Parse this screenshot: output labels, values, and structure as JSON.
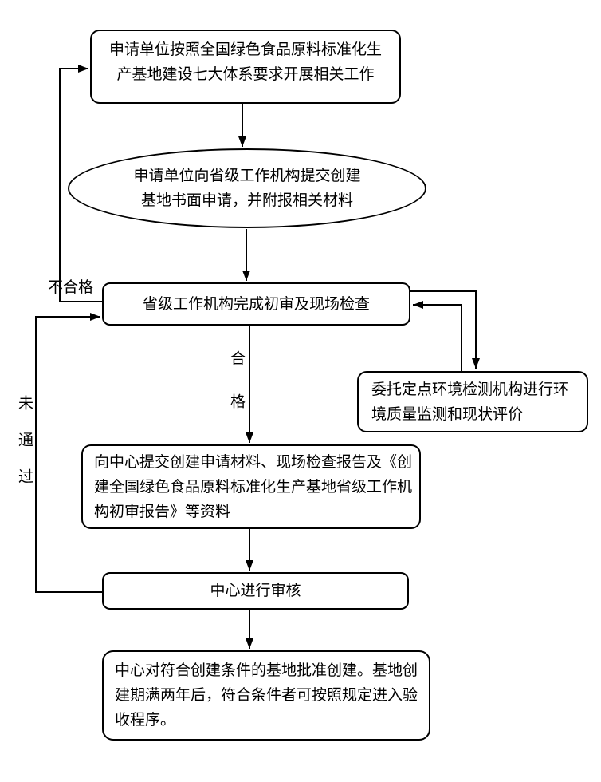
{
  "page": {
    "background_color": "#ffffff",
    "line_color": "#000000",
    "text_color": "#000000"
  },
  "flowchart": {
    "nodes": [
      {
        "id": "step1",
        "shape": "rounded-rectangle",
        "text": "申请单位按照全国绿色食品原料标准化生产基地建设七大体系要求开展相关工作"
      },
      {
        "id": "step2",
        "shape": "ellipse",
        "text": "申请单位向省级工作机构提交创建基地书面申请，并附报相关材料"
      },
      {
        "id": "step3",
        "shape": "rounded-rectangle",
        "text": "省级工作机构完成初审及现场检查"
      },
      {
        "id": "step4",
        "shape": "rounded-rectangle",
        "text": "委托定点环境检测机构进行环境质量监测和现状评价"
      },
      {
        "id": "step5",
        "shape": "rounded-rectangle",
        "text": "向中心提交创建申请材料、现场检查报告及《创建全国绿色食品原料标准化生产基地省级工作机构初审报告》等资料"
      },
      {
        "id": "step6",
        "shape": "rounded-rectangle",
        "text": "中心进行审核"
      },
      {
        "id": "step7",
        "shape": "rounded-rectangle",
        "text": "中心对符合创建条件的基地批准创建。基地创建期满两年后，符合条件者可按照规定进入验收程序。"
      }
    ],
    "edge_labels": {
      "fail": "不合格",
      "pass": "合格",
      "not_passed": "未通过"
    }
  }
}
